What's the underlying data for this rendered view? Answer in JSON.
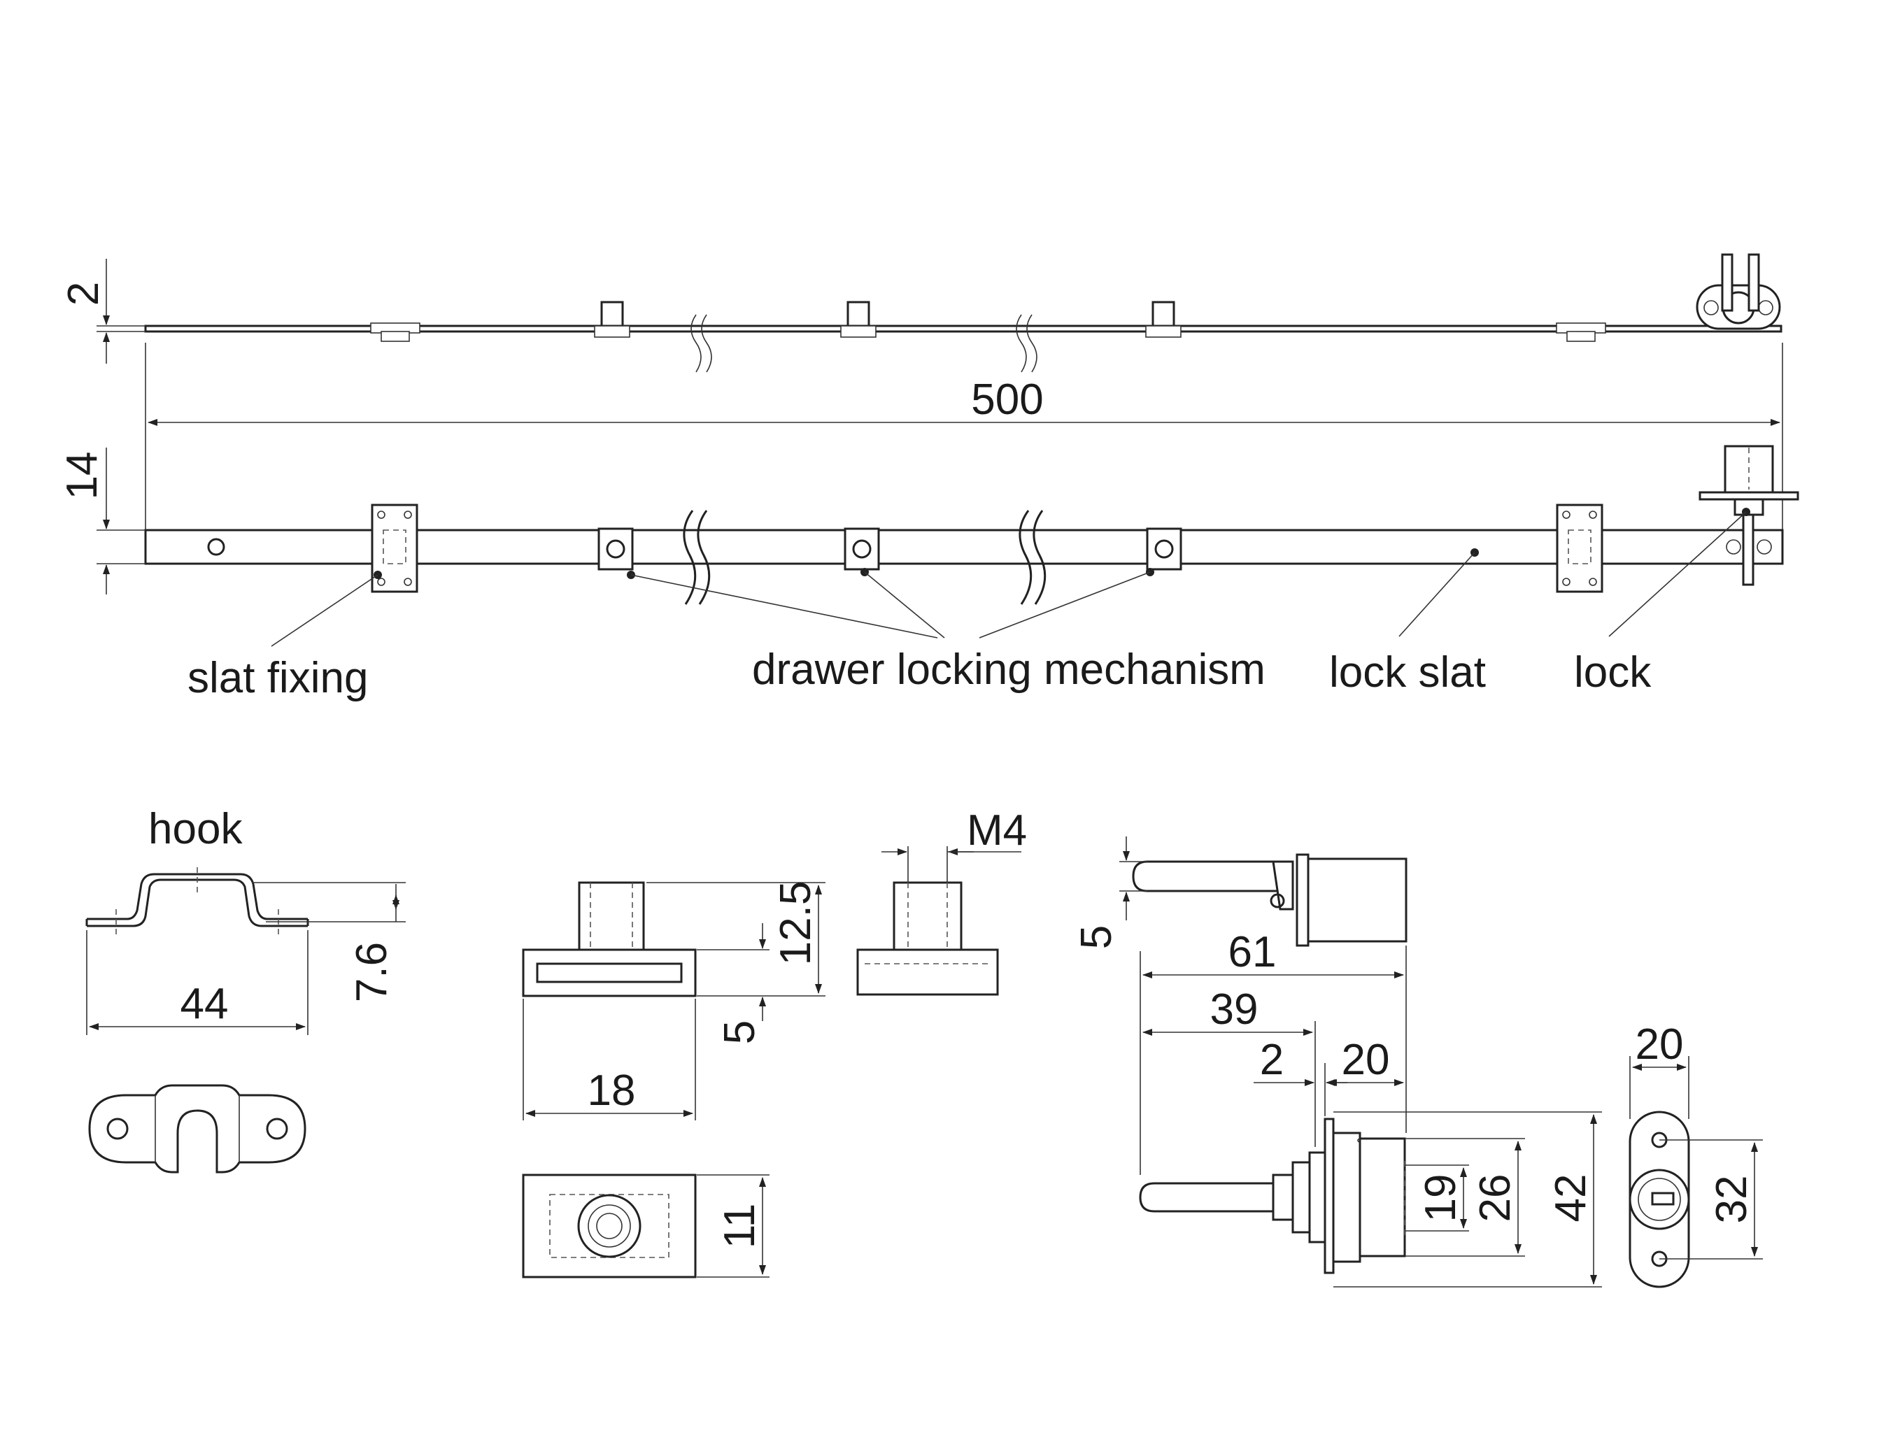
{
  "labels": {
    "slat_fixing": "slat fixing",
    "drawer_locking_mechanism": "drawer locking mechanism",
    "lock_slat": "lock slat",
    "lock": "lock",
    "hook": "hook"
  },
  "dimensions": {
    "top_thickness": "2",
    "length": "500",
    "slat_height": "14",
    "hook_width": "44",
    "hook_height": "7.6",
    "mech_height": "12.5",
    "mech_base": "5",
    "mech_width": "18",
    "mech_thread": "M4",
    "mech_depth": "11",
    "lock_cam": "5",
    "lock_61": "61",
    "lock_39": "39",
    "lock_2": "2",
    "lock_20": "20",
    "lock_19": "19",
    "lock_26": "26",
    "lock_42": "42",
    "face_20": "20",
    "face_32": "32"
  }
}
